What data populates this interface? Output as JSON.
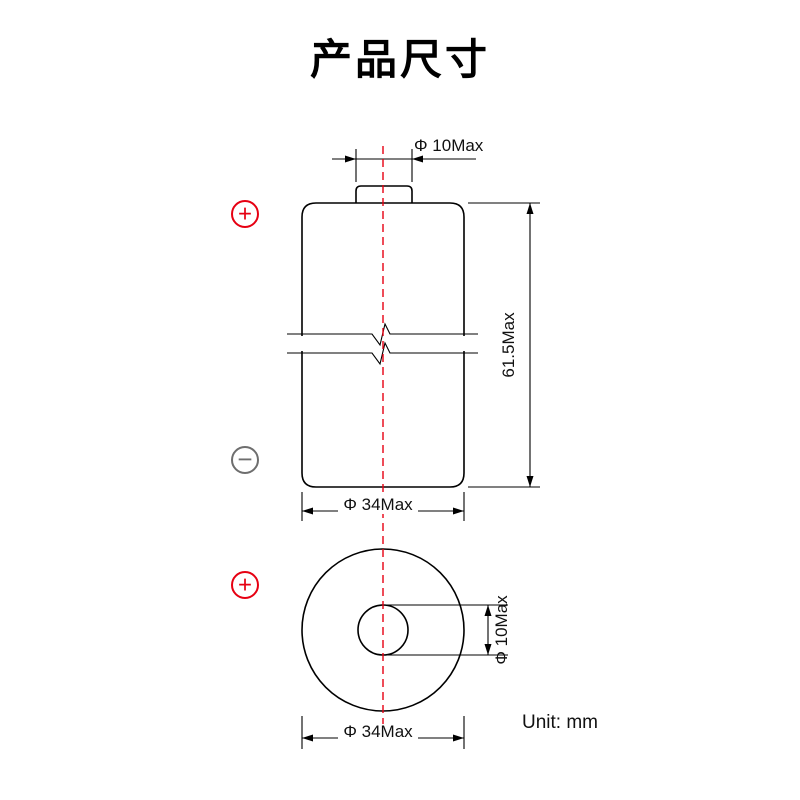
{
  "title": "产品尺寸",
  "unit": "Unit: mm",
  "side_view": {
    "cap_diameter_label": "Φ 10Max",
    "height_label": "61.5Max",
    "body_diameter_label": "Φ 34Max",
    "positive_symbol": "+",
    "negative_symbol": "−"
  },
  "top_view": {
    "cap_diameter_label": "Φ 10Max",
    "body_diameter_label": "Φ 34Max",
    "positive_symbol": "+"
  },
  "colors": {
    "accent_red": "#e60012",
    "line_black": "#000000",
    "negative_gray": "#6e6e6e"
  }
}
